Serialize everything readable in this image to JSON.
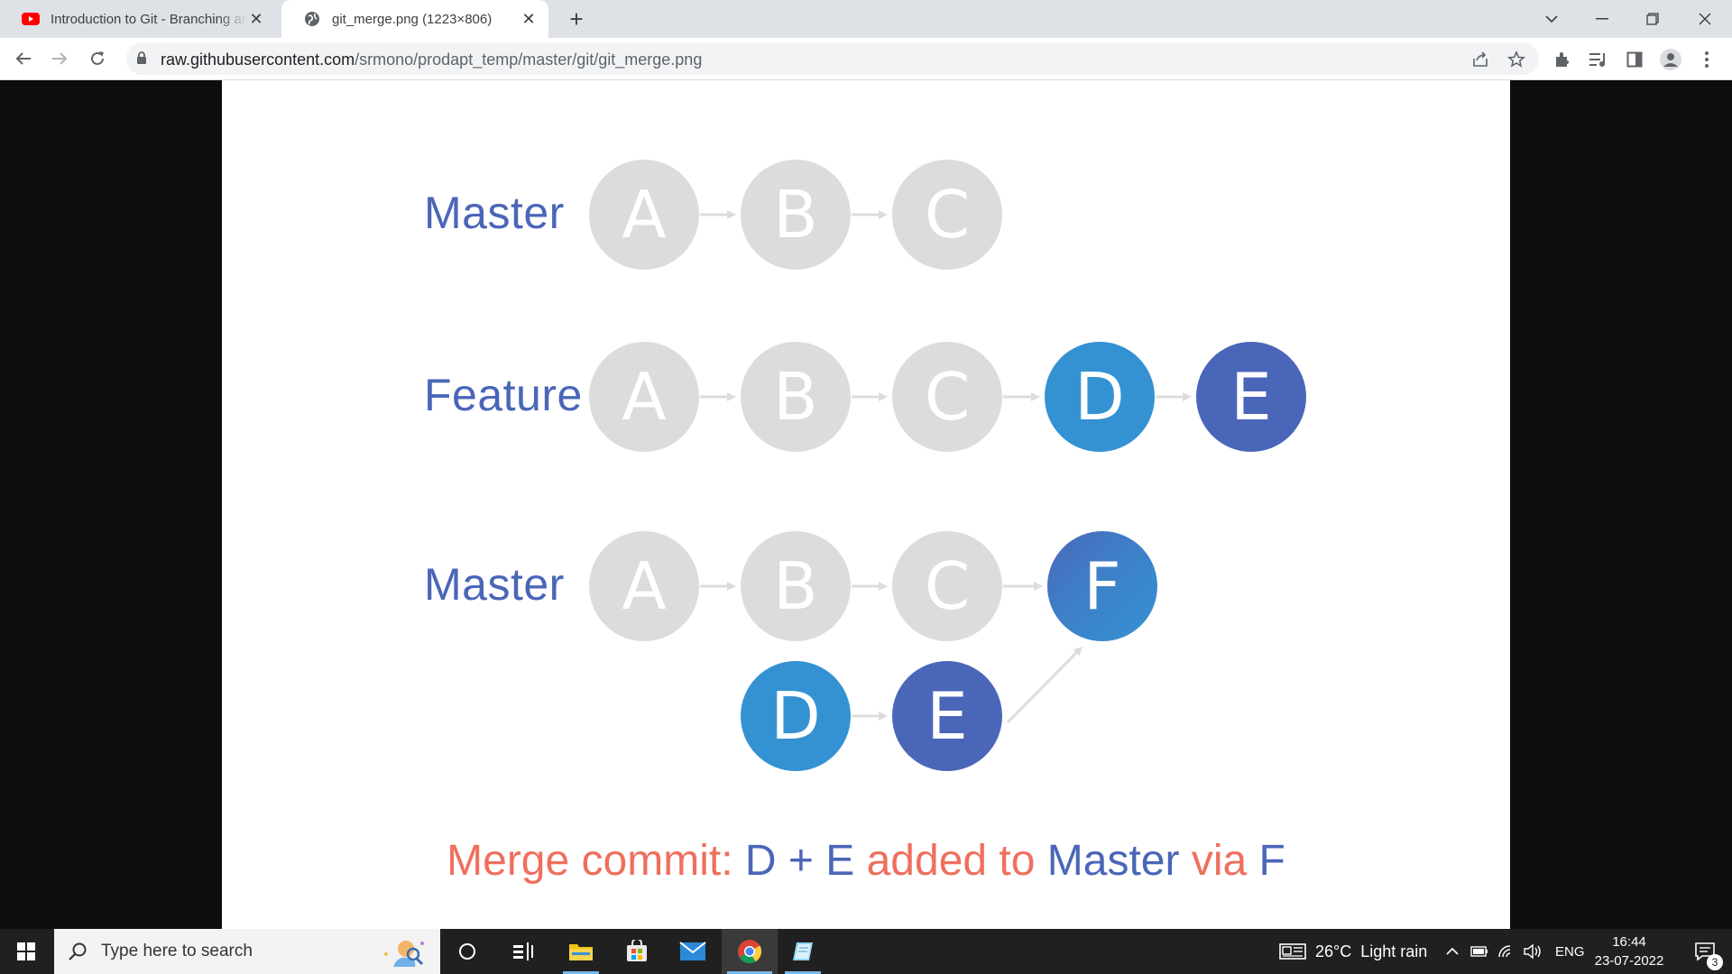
{
  "browser": {
    "tabs": [
      {
        "title": "Introduction to Git - Branching and Merging",
        "active": false,
        "favicon": "youtube-icon"
      },
      {
        "title": "git_merge.png (1223×806)",
        "active": true,
        "favicon": "globe-icon"
      }
    ],
    "new_tab_label": "+",
    "url_host": "raw.githubusercontent.com",
    "url_path": "/srmono/prodapt_temp/master/git/git_merge.png"
  },
  "diagram": {
    "rows": [
      {
        "label": "Master",
        "nodes": [
          "A",
          "B",
          "C"
        ]
      },
      {
        "label": "Feature",
        "nodes": [
          "A",
          "B",
          "C",
          "D",
          "E"
        ]
      },
      {
        "label": "Master",
        "nodes": [
          "A",
          "B",
          "C",
          "F"
        ],
        "branch_nodes": [
          "D",
          "E"
        ]
      }
    ],
    "caption": {
      "part1": "Merge commit: ",
      "part2": "D + E",
      "part3": " added to ",
      "part4": "Master",
      "part5": " via ",
      "part6": "F"
    },
    "colors": {
      "label_blue": "#4a66b8",
      "node_grey": "#dcdcdc",
      "node_cyan": "#3492d2",
      "node_navy": "#4a66b8",
      "caption_red": "#ef6f5e"
    }
  },
  "taskbar": {
    "search_placeholder": "Type here to search",
    "weather": "26°C  Light rain",
    "language": "ENG",
    "time": "16:44",
    "date": "23-07-2022",
    "notification_count": "3"
  }
}
